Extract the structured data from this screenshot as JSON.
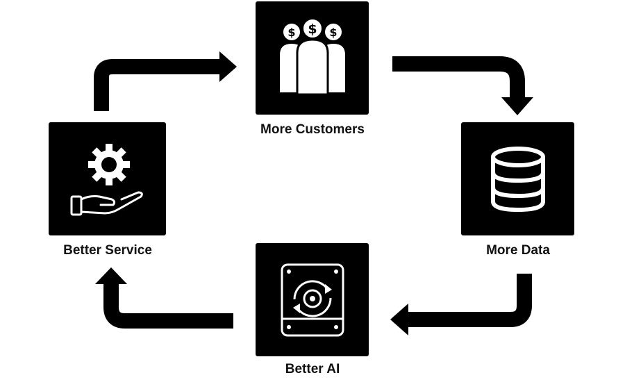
{
  "diagram": {
    "nodes": [
      {
        "id": "customers",
        "label": "More Customers",
        "icon": "people-with-dollar-signs-icon"
      },
      {
        "id": "data",
        "label": "More Data",
        "icon": "database-icon"
      },
      {
        "id": "ai",
        "label": "Better AI",
        "icon": "hard-drive-sync-icon"
      },
      {
        "id": "service",
        "label": "Better Service",
        "icon": "gear-in-hand-icon"
      }
    ],
    "edges": [
      {
        "from": "service",
        "to": "customers"
      },
      {
        "from": "customers",
        "to": "data"
      },
      {
        "from": "data",
        "to": "ai"
      },
      {
        "from": "ai",
        "to": "service"
      }
    ],
    "colors": {
      "box": "#000000",
      "icon": "#ffffff",
      "arrow": "#000000",
      "label": "#111111"
    }
  }
}
